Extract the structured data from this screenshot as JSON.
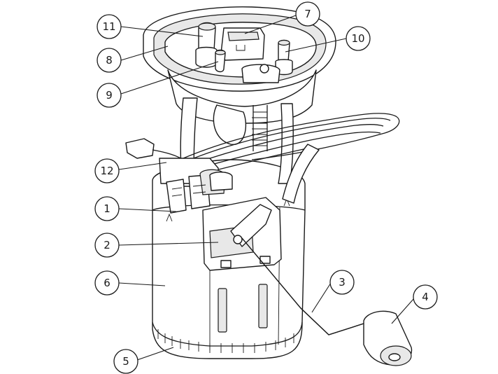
{
  "diagram": {
    "callouts": [
      {
        "id": "c11",
        "label": "11"
      },
      {
        "id": "c7",
        "label": "7"
      },
      {
        "id": "c10",
        "label": "10"
      },
      {
        "id": "c8",
        "label": "8"
      },
      {
        "id": "c9",
        "label": "9"
      },
      {
        "id": "c12",
        "label": "12"
      },
      {
        "id": "c1",
        "label": "1"
      },
      {
        "id": "c2",
        "label": "2"
      },
      {
        "id": "c6",
        "label": "6"
      },
      {
        "id": "c3",
        "label": "3"
      },
      {
        "id": "c4",
        "label": "4"
      },
      {
        "id": "c5",
        "label": "5"
      }
    ],
    "colors": {
      "ink": "#1a1a1a",
      "paper": "#ffffff",
      "shade": "#e8e8e8"
    }
  }
}
